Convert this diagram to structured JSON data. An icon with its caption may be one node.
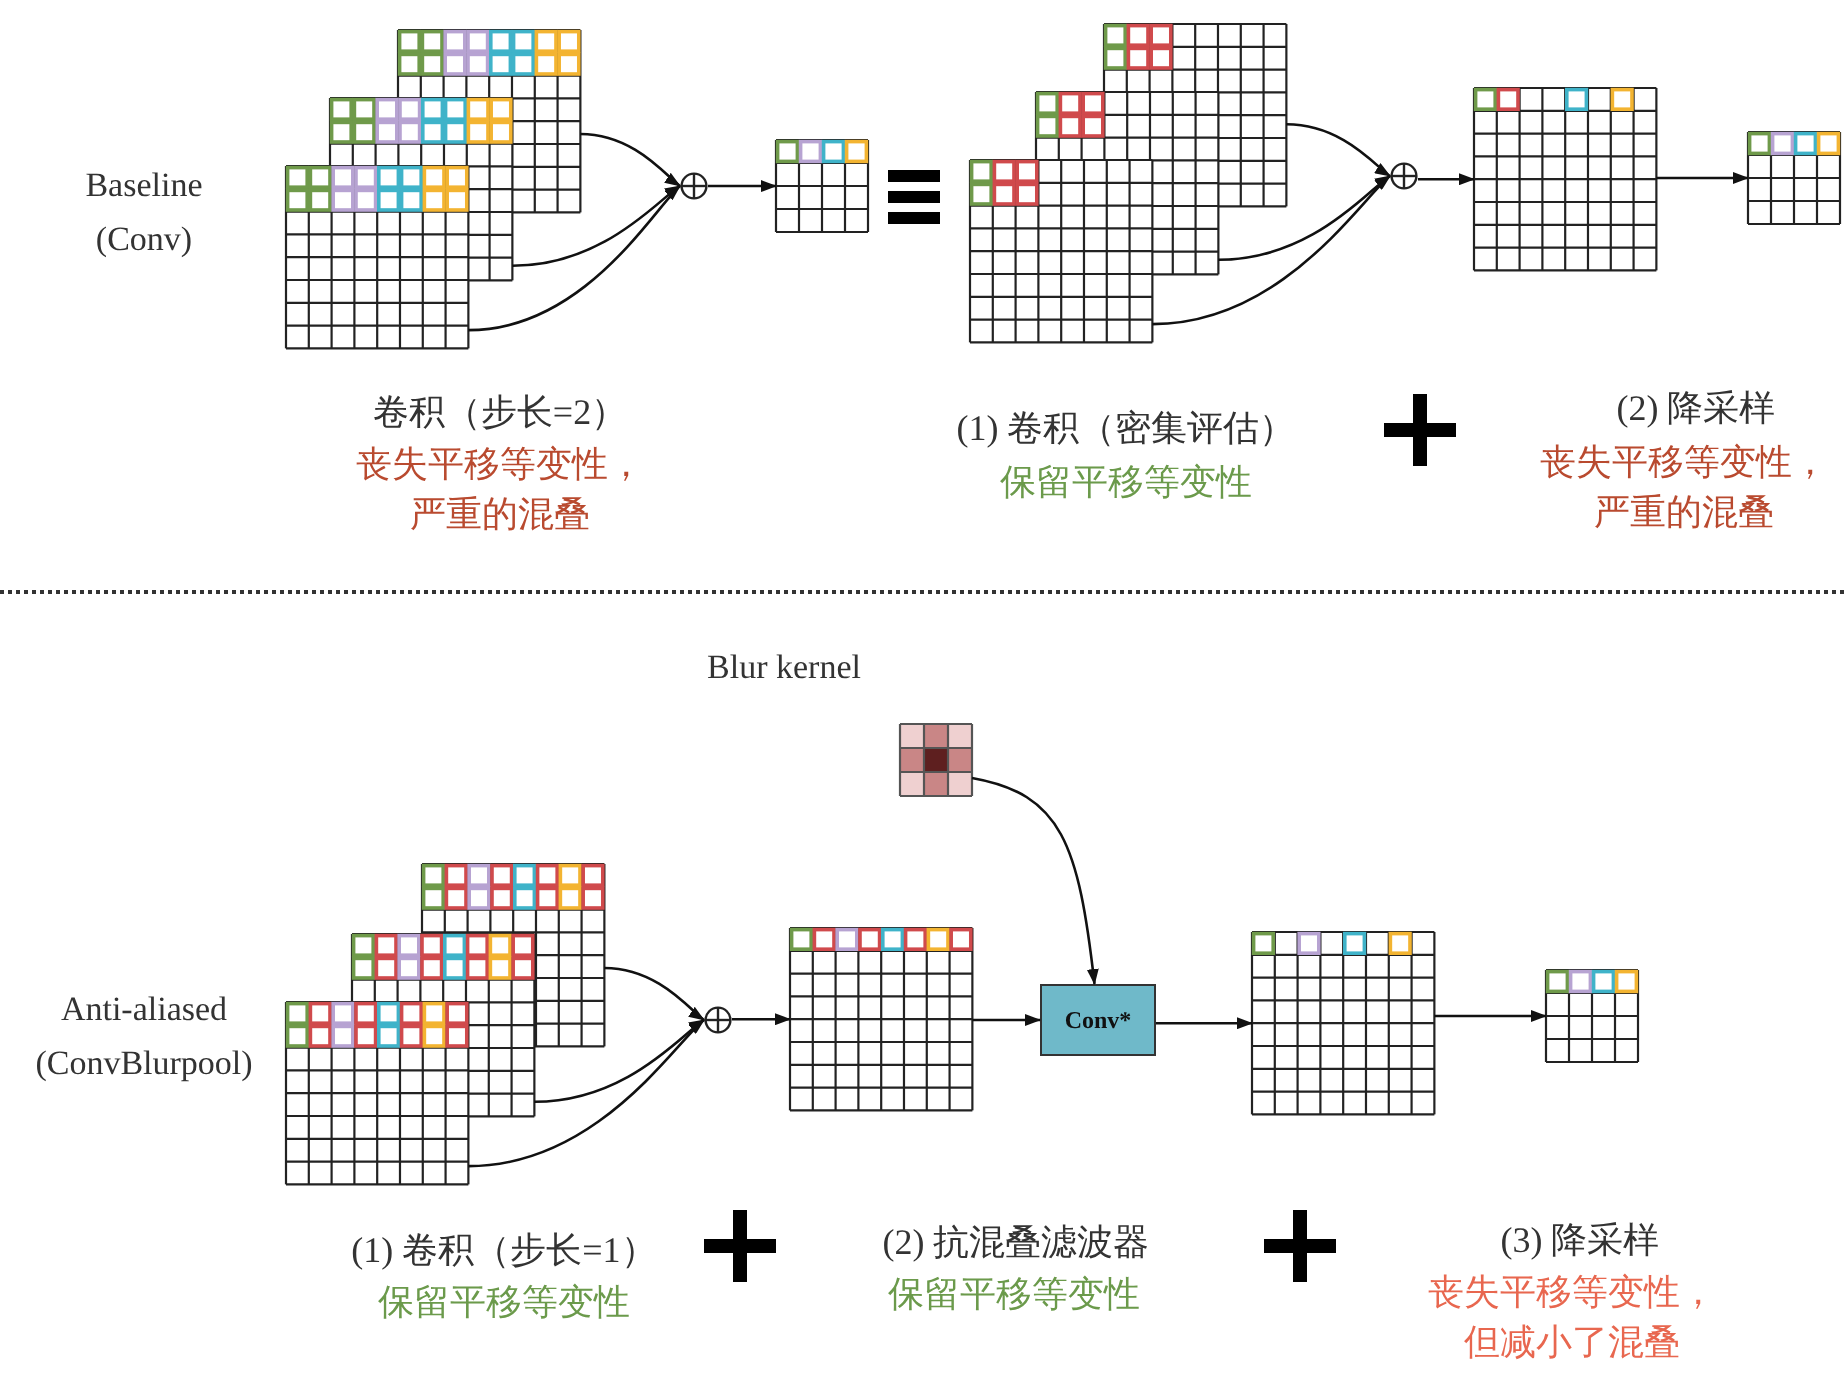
{
  "diagram": {
    "nodes": [
      {
        "text": [],
        "shape": "grid"
      },
      {
        "text": [],
        "shape": "grid"
      },
      {
        "text": [],
        "shape": "grid"
      },
      {
        "text": [],
        "shape": "circle"
      },
      {
        "text": [],
        "shape": "grid"
      },
      {
        "text": [],
        "shape": "grid"
      },
      {
        "text": [],
        "shape": "grid"
      },
      {
        "text": [],
        "shape": "grid"
      },
      {
        "text": [],
        "shape": "circle"
      },
      {
        "text": [],
        "shape": "grid"
      },
      {
        "text": [],
        "shape": "grid"
      },
      {
        "text": [],
        "shape": "grid"
      },
      {
        "text": [],
        "shape": "grid"
      },
      {
        "text": [],
        "shape": "grid"
      },
      {
        "text": [],
        "shape": "circle"
      },
      {
        "text": [],
        "shape": "grid"
      },
      {
        "text": [],
        "shape": "grid",
        "beside": [
          "Blur kernel"
        ]
      },
      {
        "text": [
          "Conv*"
        ]
      },
      {
        "text": [],
        "shape": "grid"
      },
      {
        "text": [],
        "shape": "grid"
      }
    ],
    "edges": [
      {
        "from": 0,
        "to": 3,
        "arrow": "to"
      },
      {
        "from": 1,
        "to": 3,
        "arrow": "to"
      },
      {
        "from": 2,
        "to": 3,
        "arrow": "to"
      },
      {
        "from": 3,
        "to": 4,
        "arrow": "to"
      },
      {
        "from": 5,
        "to": 8,
        "arrow": "to"
      },
      {
        "from": 6,
        "to": 8,
        "arrow": "to"
      },
      {
        "from": 7,
        "to": 8,
        "arrow": "to"
      },
      {
        "from": 8,
        "to": 9,
        "arrow": "to"
      },
      {
        "from": 9,
        "to": 10,
        "arrow": "to"
      },
      {
        "from": 11,
        "to": 14,
        "arrow": "to"
      },
      {
        "from": 12,
        "to": 14,
        "arrow": "to"
      },
      {
        "from": 13,
        "to": 14,
        "arrow": "to"
      },
      {
        "from": 14,
        "to": 15,
        "arrow": "to"
      },
      {
        "from": 15,
        "to": 17,
        "arrow": "to"
      },
      {
        "from": 16,
        "to": 17,
        "arrow": "to"
      },
      {
        "from": 17,
        "to": 18,
        "arrow": "to"
      },
      {
        "from": 18,
        "to": 19,
        "arrow": "to"
      }
    ],
    "labels": [
      "Baseline (Conv)",
      "卷积（步长=2）",
      "丧失平移等变性，严重的混叠",
      "(1) 卷积（密集评估）",
      "保留平移等变性",
      "(2) 降采样",
      "丧失平移等变性，严重的混叠",
      "Anti-aliased (ConvBlurpool)",
      "(1) 卷积（步长=1）",
      "保留平移等变性",
      "(2) 抗混叠滤波器",
      "保留平移等变性",
      "(3) 降采样",
      "丧失平移等变性，但减小了混叠"
    ]
  }
}
